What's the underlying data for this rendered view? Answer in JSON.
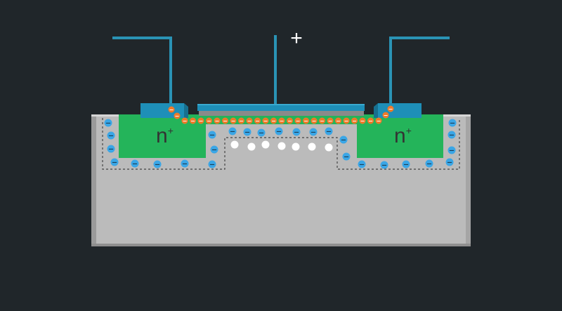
{
  "title": "MOSFET channel diagram",
  "gate_sign": "+",
  "source_label": {
    "main": "n",
    "sup": "+"
  },
  "drain_label": {
    "main": "n",
    "sup": "+"
  },
  "ion_sign": "−",
  "electron_sign": "−",
  "colors": {
    "background": "#20262a",
    "substrate": "#bbbbbb",
    "n_region": "#24b45a",
    "metal": "#1e8fb8",
    "wire": "#2a93b5",
    "electron": "#f07a2a",
    "ion": "#3aa6e6",
    "hole": "#ffffff"
  }
}
